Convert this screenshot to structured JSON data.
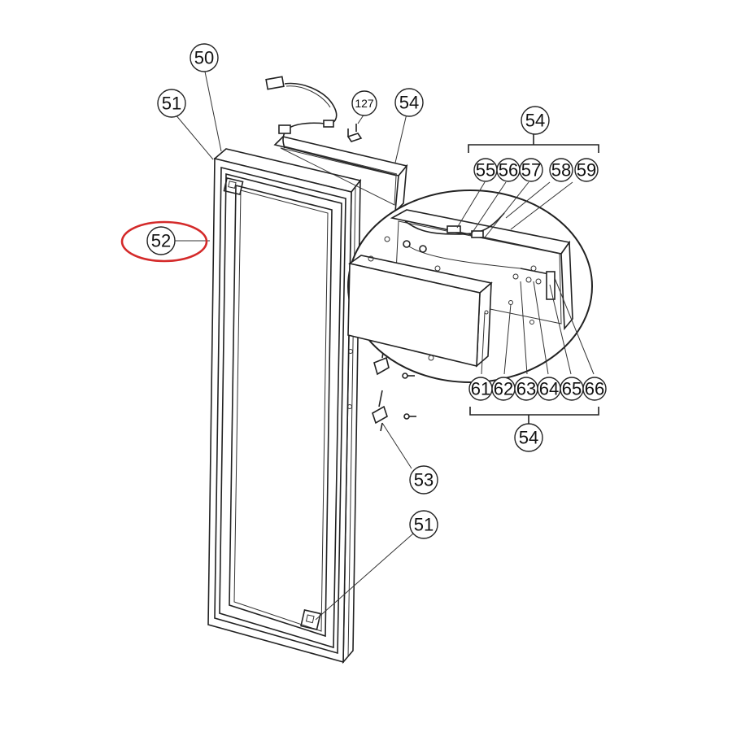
{
  "diagram": {
    "callouts": {
      "c50": "50",
      "c51_top": "51",
      "c51_bottom": "51",
      "c52": "52",
      "c53": "53",
      "c54_top": "54",
      "c54_detail_top": "54",
      "c54_detail_bottom": "54",
      "c127": "127",
      "c55": "55",
      "c56": "56",
      "c57": "57",
      "c58": "58",
      "c59": "59",
      "c61": "61",
      "c62": "62",
      "c63": "63",
      "c64": "64",
      "c65": "65",
      "c66": "66"
    },
    "highlight_color": "#d42a2a"
  }
}
